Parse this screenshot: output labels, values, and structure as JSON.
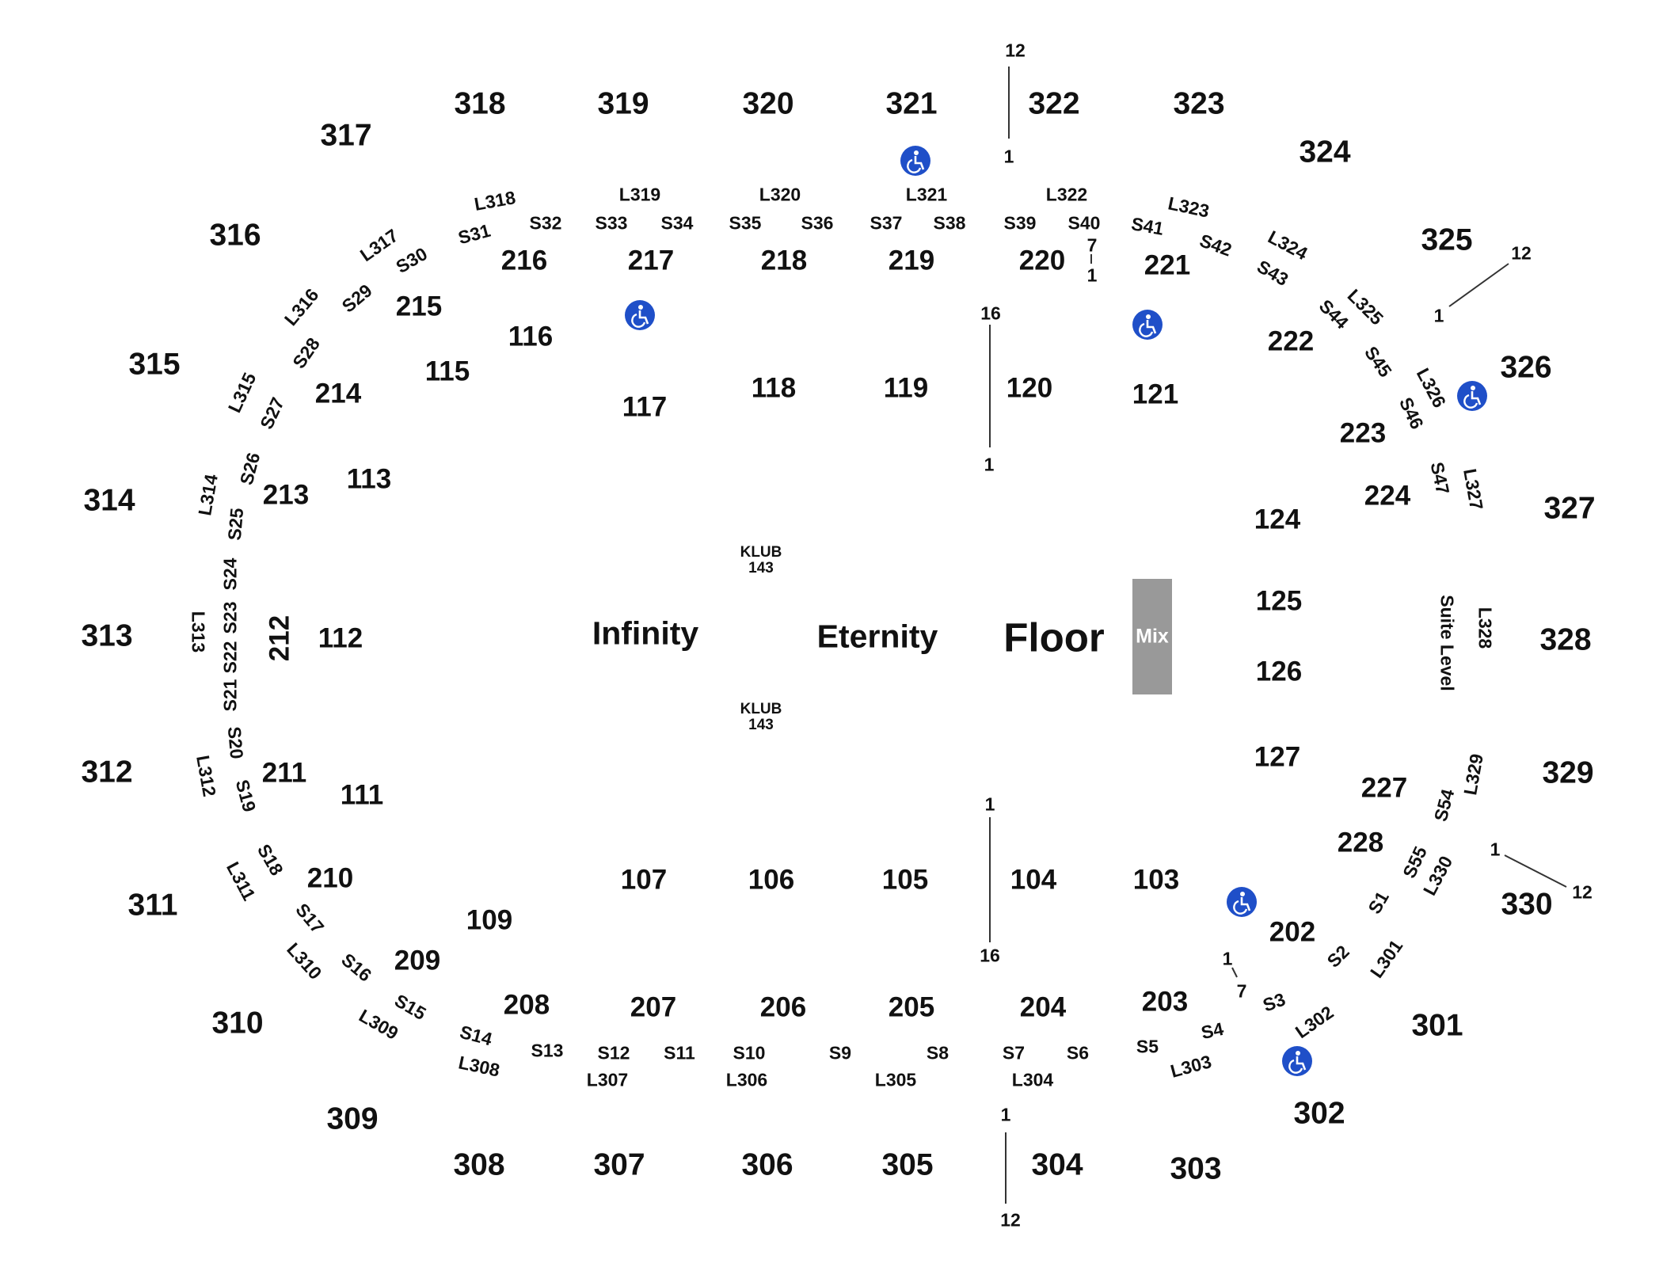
{
  "map": {
    "center_labels": {
      "infinity": "Infinity",
      "eternity": "Eternity",
      "floor": "Floor",
      "mix": "Mix",
      "klub_top": "KLUB\n143",
      "klub_bottom": "KLUB\n143",
      "suite_level": "Suite Level"
    },
    "colors": {
      "accessible": "#1f4fc8",
      "mix_box": "#999999",
      "text": "#111111"
    },
    "icon_accessible": "wheelchair-icon",
    "upper_sections": [
      "317",
      "318",
      "319",
      "320",
      "321",
      "322",
      "323",
      "324",
      "325",
      "326",
      "327",
      "328",
      "329",
      "330",
      "301",
      "302",
      "303",
      "304",
      "305",
      "306",
      "307",
      "308",
      "309",
      "310",
      "311",
      "312",
      "313",
      "314",
      "315",
      "316"
    ],
    "mid_sections": [
      "215",
      "216",
      "217",
      "218",
      "219",
      "220",
      "221",
      "222",
      "223",
      "224",
      "227",
      "228",
      "202",
      "203",
      "204",
      "205",
      "206",
      "207",
      "208",
      "209",
      "210",
      "211",
      "212",
      "213",
      "214"
    ],
    "lower_sections": [
      "115",
      "116",
      "117",
      "118",
      "119",
      "120",
      "121",
      "124",
      "125",
      "126",
      "127",
      "103",
      "104",
      "105",
      "106",
      "107",
      "109",
      "111",
      "112",
      "113"
    ],
    "suites": [
      "S1",
      "S2",
      "S3",
      "S4",
      "S5",
      "S6",
      "S7",
      "S8",
      "S9",
      "S10",
      "S11",
      "S12",
      "S13",
      "S14",
      "S15",
      "S16",
      "S17",
      "S18",
      "S19",
      "S20",
      "S21",
      "S22",
      "S23",
      "S24",
      "S25",
      "S26",
      "S27",
      "S28",
      "S29",
      "S30",
      "S31",
      "S32",
      "S33",
      "S34",
      "S35",
      "S36",
      "S37",
      "S38",
      "S39",
      "S40",
      "S41",
      "S42",
      "S43",
      "S44",
      "S45",
      "S46",
      "S47",
      "S54",
      "S55"
    ],
    "loges": [
      "L301",
      "L302",
      "L303",
      "L304",
      "L305",
      "L306",
      "L307",
      "L308",
      "L309",
      "L310",
      "L311",
      "L312",
      "L313",
      "L314",
      "L315",
      "L316",
      "L317",
      "L318",
      "L319",
      "L320",
      "L321",
      "L322",
      "L323",
      "L324",
      "L325",
      "L326",
      "L327",
      "L328",
      "L329",
      "L330"
    ],
    "row_markers": {
      "top_12": "12",
      "top_1": "1",
      "floor_16_top": "16",
      "floor_1_top": "1",
      "s40_7": "7",
      "s40_1": "1",
      "r325_12": "12",
      "r325_1": "1",
      "floor_1_bottom": "1",
      "floor_16_bottom": "16",
      "r330_1": "1",
      "r330_12": "12",
      "r202_1": "1",
      "r202_7": "7",
      "bottom_1": "1",
      "bottom_12": "12"
    }
  }
}
